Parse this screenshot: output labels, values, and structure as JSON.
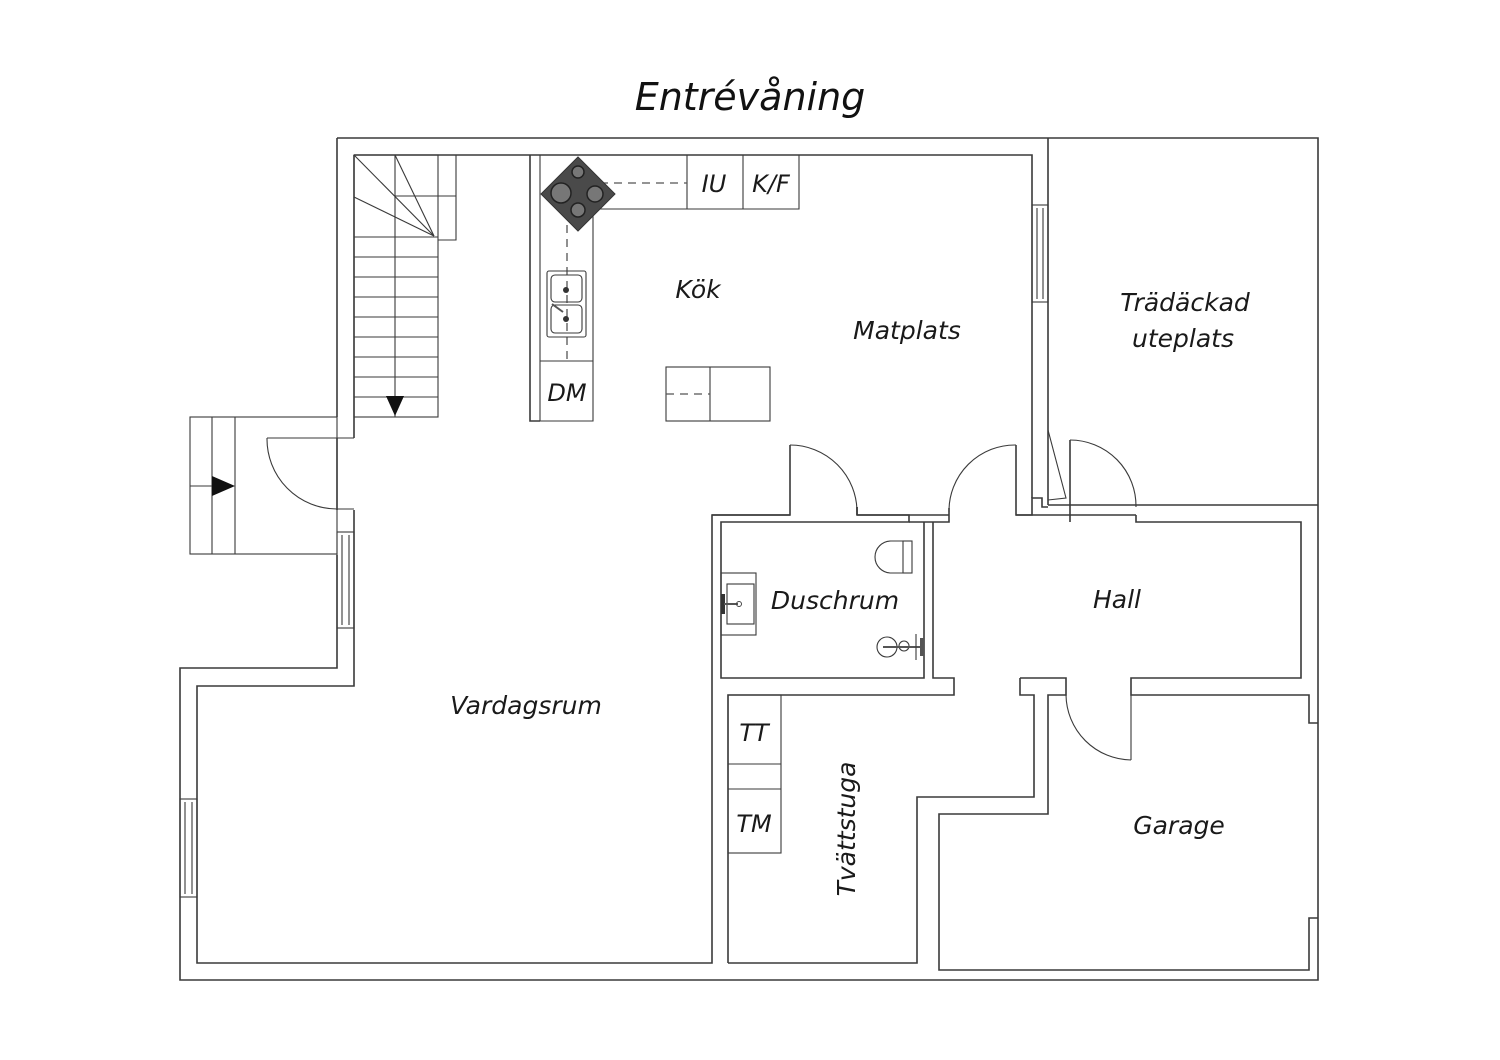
{
  "title": "Entrévåning",
  "rooms": {
    "kitchen": "Kök",
    "dining": "Matplats",
    "deck_line1": "Trädäckad",
    "deck_line2": "uteplats",
    "living": "Vardagsrum",
    "shower": "Duschrum",
    "hall": "Hall",
    "laundry": "Tvättstuga",
    "garage": "Garage"
  },
  "appliances": {
    "freezer": "IU",
    "fridge_freezer": "K/F",
    "dishwasher": "DM",
    "dryer": "TT",
    "washer": "TM"
  },
  "colors": {
    "line": "#3a3a3a",
    "stove": "#4a4a4a",
    "background": "#ffffff"
  }
}
